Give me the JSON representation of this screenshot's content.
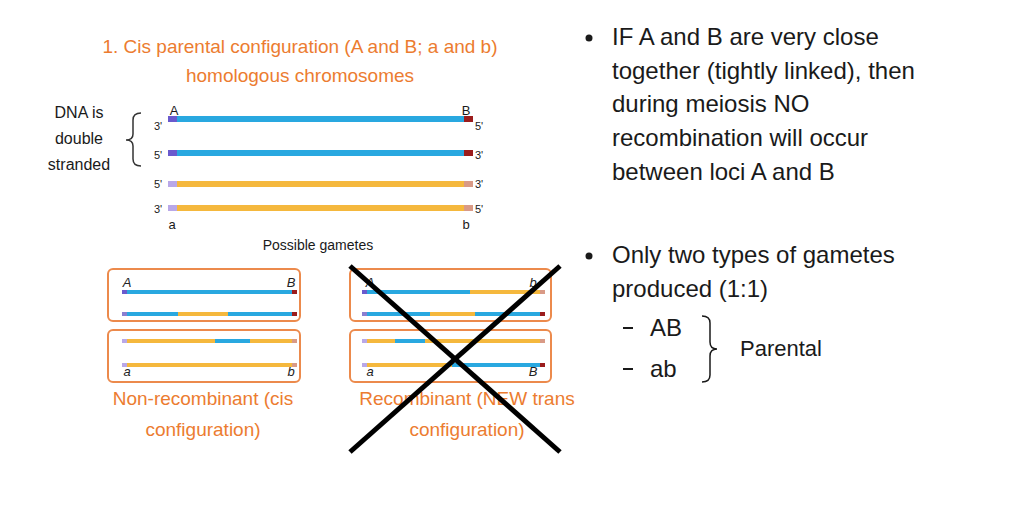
{
  "diagram": {
    "title": "1. Cis parental configuration (A and B; a and b) homologous chromosomes",
    "nodes": [
      {
        "text": [
          "A",
          "B"
        ]
      },
      {
        "text": [
          "A",
          "b"
        ]
      },
      {
        "text": [
          "a",
          "b"
        ]
      },
      {
        "text": [
          "a",
          "B"
        ]
      }
    ],
    "labels": [
      "DNA is double stranded",
      "A",
      "B",
      "3'",
      "5'",
      "5'",
      "3'",
      "5'",
      "3'",
      "3'",
      "5'",
      "a",
      "b",
      "Possible gametes",
      "Non-recombinant (cis configuration)",
      "Recombinant (NEW trans configuration)",
      "IF A and B are very close together (tightly linked), then during meiosis NO recombination will occur between loci A and B",
      "Only two types of gametes produced (1:1)",
      "AB",
      "ab",
      "Parental"
    ]
  }
}
